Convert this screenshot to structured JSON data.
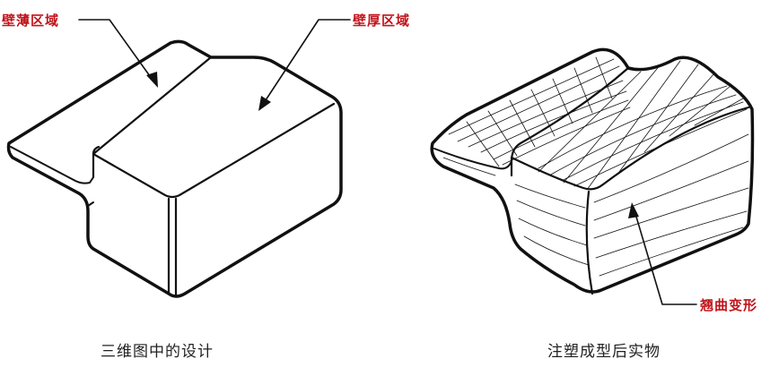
{
  "colors": {
    "label": "#c0141b",
    "line": "#111111",
    "caption": "#222222"
  },
  "labels": {
    "thin_wall": "壁薄区域",
    "thick_wall": "壁厚区域",
    "warpage": "翘曲变形"
  },
  "captions": {
    "design": "三维图中的设计",
    "molded": "注塑成型后实物"
  }
}
